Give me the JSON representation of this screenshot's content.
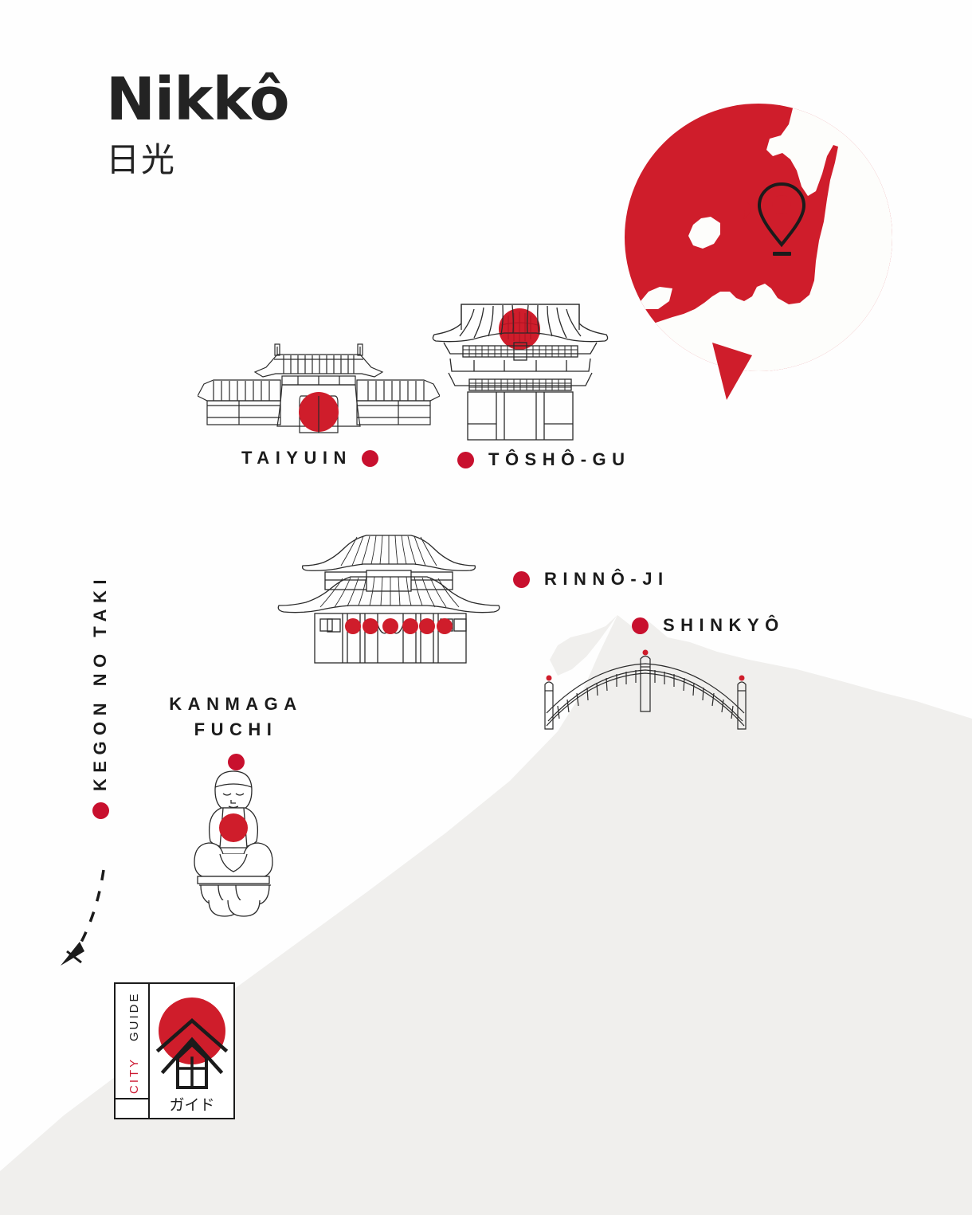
{
  "header": {
    "title": "Nikkô",
    "title_japanese": "日光"
  },
  "colors": {
    "red": "#c8102e",
    "logo_red": "#cc1a33",
    "ink": "#1b1b1b",
    "mountain": "#f0efed",
    "background": "#fefefe"
  },
  "locator": {
    "icon": "japan-map-circle",
    "pin_icon": "location-pin-icon",
    "description": "Japan map silhouette inside red circle with location pin on Nikkô"
  },
  "landmarks": [
    {
      "id": "taiyuin",
      "label": "TAIYUIN",
      "icon": "taiyuin-gate-icon",
      "dot_position": "after"
    },
    {
      "id": "toshogu",
      "label": "TÔSHÔ-GU",
      "icon": "toshogu-gate-icon",
      "dot_position": "before"
    },
    {
      "id": "rinnoji",
      "label": "RINNÔ-JI",
      "icon": "rinnoji-temple-icon",
      "dot_position": "before",
      "lantern_count": 6
    },
    {
      "id": "shinkyo",
      "label": "SHINKYÔ",
      "icon": "shinkyo-bridge-icon",
      "dot_position": "before",
      "post_count": 3
    },
    {
      "id": "kanmaga-fuchi",
      "label_line1": "KANMAGA",
      "label_line2": "FUCHI",
      "icon": "jizo-statue-icon",
      "dot_position": "below"
    },
    {
      "id": "kegon-no-taki",
      "label": "KEGON NO TAKI",
      "icon": "dashed-arrow-icon",
      "orientation": "vertical",
      "dot_position": "below"
    }
  ],
  "logo": {
    "word_city": "CITY",
    "word_guide": "GUIDE",
    "japanese": "ガイド",
    "icon": "pagoda-sun-logo-icon"
  }
}
